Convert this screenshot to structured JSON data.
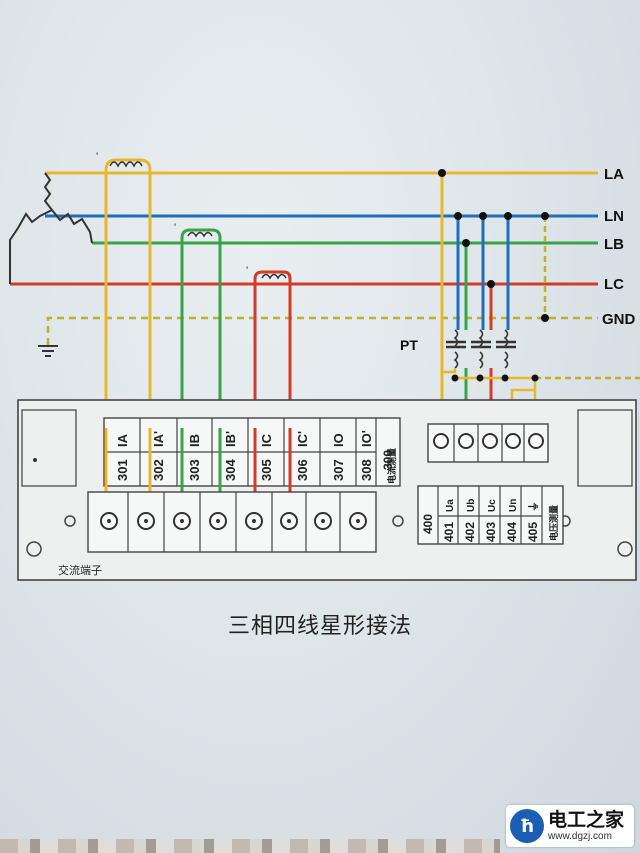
{
  "lines": [
    {
      "label": "LA",
      "color": "#e8b730"
    },
    {
      "label": "LN",
      "color": "#1f6fb8"
    },
    {
      "label": "LB",
      "color": "#3aa24a"
    },
    {
      "label": "LC",
      "color": "#d23b2a"
    },
    {
      "label": "GND",
      "color": "#b7b32c"
    }
  ],
  "pt_label": "PT",
  "current_terminals": {
    "numbers": [
      "301",
      "302",
      "303",
      "304",
      "305",
      "306",
      "307",
      "308"
    ],
    "names": [
      "IA",
      "IA'",
      "IB",
      "IB'",
      "IC",
      "IC'",
      "IO",
      "IO'"
    ],
    "group_number": "300",
    "group_label": "电流测量"
  },
  "voltage_terminals": {
    "group_number": "400",
    "numbers": [
      "401",
      "402",
      "403",
      "404",
      "405"
    ],
    "names": [
      "Ua",
      "Ub",
      "Uc",
      "Un",
      "⏚"
    ],
    "group_label": "电压测量"
  },
  "panel_label": "交流端子",
  "caption": "三相四线星形接法",
  "logo": {
    "mark": "ħ",
    "name": "电工之家",
    "url": "www.dgzj.com"
  }
}
